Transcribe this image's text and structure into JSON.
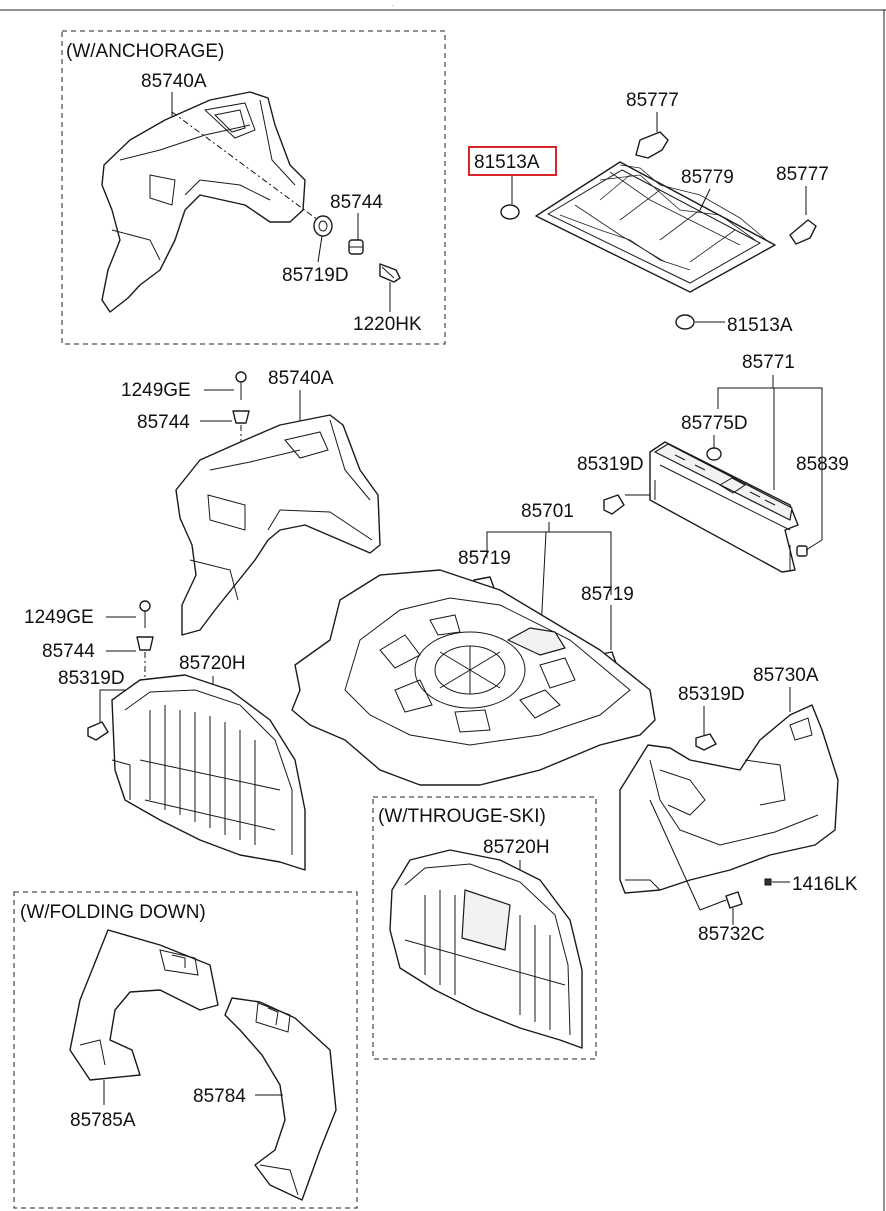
{
  "groups": {
    "anchorage": "(W/ANCHORAGE)",
    "folding_down": "(W/FOLDING DOWN)",
    "through_ski": "(W/THROUGE-SKI)"
  },
  "labels": {
    "a_85740A": "85740A",
    "a_85744": "85744",
    "a_85719D": "85719D",
    "a_1220HK": "1220HK",
    "n_85777_top": "85777",
    "n_81513A_top": "81513A",
    "n_85779": "85779",
    "n_85777_right": "85777",
    "n_81513A_bottom": "81513A",
    "m_1249GE": "1249GE",
    "m_85740A": "85740A",
    "m_85744": "85744",
    "t_85771": "85771",
    "t_85775D": "85775D",
    "t_85319D": "85319D",
    "t_85839": "85839",
    "f_85701": "85701",
    "f_85719_left": "85719",
    "f_85719_right": "85719",
    "l_1249GE": "1249GE",
    "l_85744": "85744",
    "l_85319D": "85319D",
    "l_85720H": "85720H",
    "r_85319D": "85319D",
    "r_85730A": "85730A",
    "r_1416LK": "1416LK",
    "r_85732C": "85732C",
    "s_85720H": "85720H",
    "d_85785A": "85785A",
    "d_85784": "85784"
  },
  "highlight": {
    "part": "81513A",
    "color": "#d9262a"
  }
}
